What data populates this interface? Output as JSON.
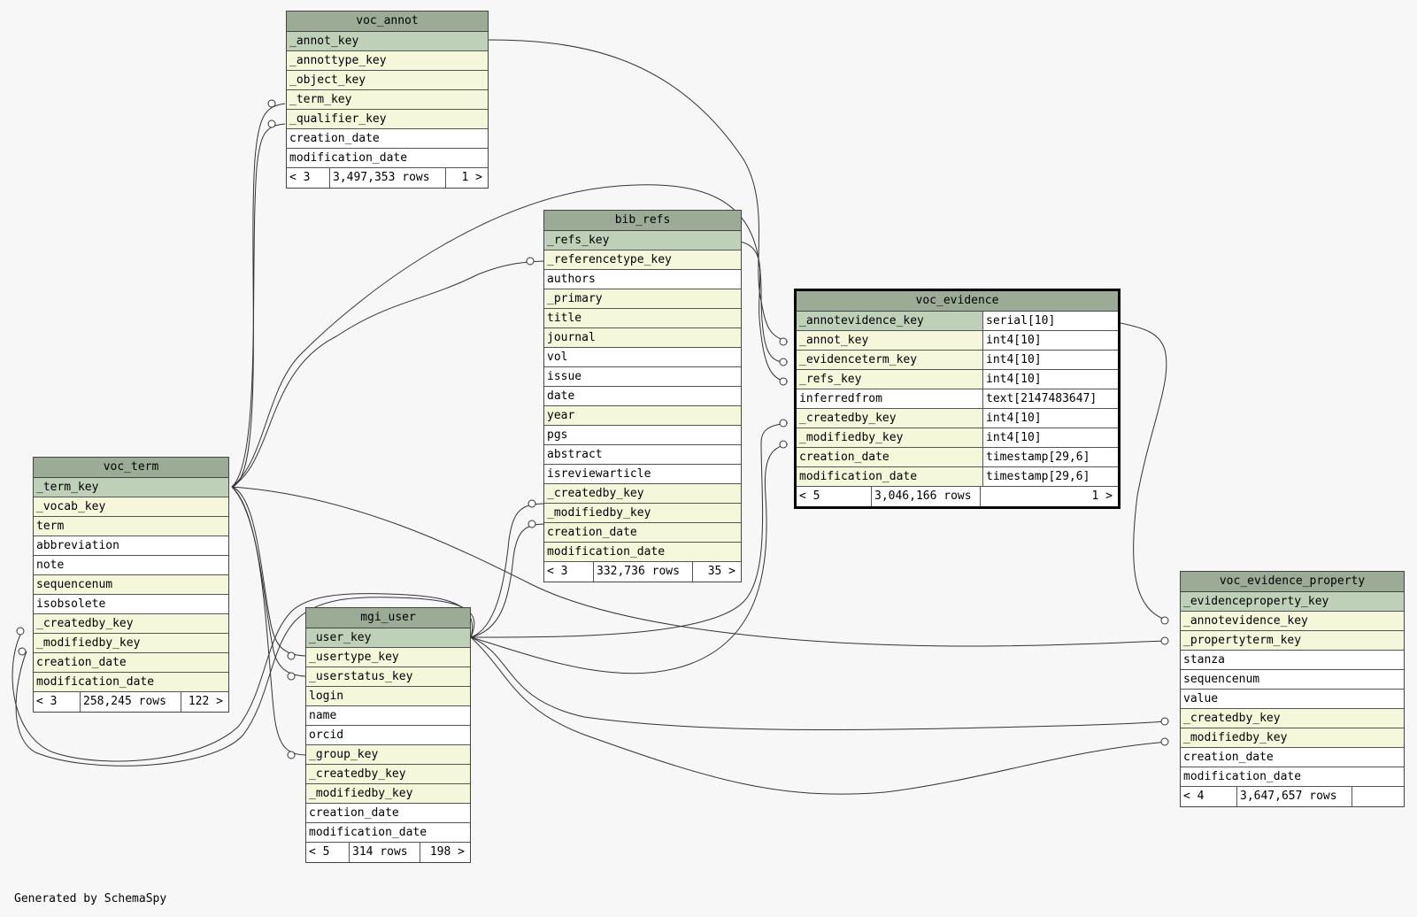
{
  "credit": "Generated by SchemaSpy",
  "tables": {
    "voc_annot": {
      "name": "voc_annot",
      "rows": [
        "_annot_key",
        "_annottype_key",
        "_object_key",
        "_term_key",
        "_qualifier_key",
        "creation_date",
        "modification_date"
      ],
      "footer": [
        "< 3",
        "3,497,353 rows",
        "1 >"
      ]
    },
    "bib_refs": {
      "name": "bib_refs",
      "rows": [
        "_refs_key",
        "_referencetype_key",
        "authors",
        "_primary",
        "title",
        "journal",
        "vol",
        "issue",
        "date",
        "year",
        "pgs",
        "abstract",
        "isreviewarticle",
        "_createdby_key",
        "_modifiedby_key",
        "creation_date",
        "modification_date"
      ],
      "footer": [
        "< 3",
        "332,736 rows",
        "35 >"
      ]
    },
    "voc_evidence": {
      "name": "voc_evidence",
      "rows": [
        "_annotevidence_key",
        "_annot_key",
        "_evidenceterm_key",
        "_refs_key",
        "inferredfrom",
        "_createdby_key",
        "_modifiedby_key",
        "creation_date",
        "modification_date"
      ],
      "types": [
        "serial[10]",
        "int4[10]",
        "int4[10]",
        "int4[10]",
        "text[2147483647]",
        "int4[10]",
        "int4[10]",
        "timestamp[29,6]",
        "timestamp[29,6]"
      ],
      "footer": [
        "< 5",
        "3,046,166 rows",
        "1 >"
      ]
    },
    "voc_term": {
      "name": "voc_term",
      "rows": [
        "_term_key",
        "_vocab_key",
        "term",
        "abbreviation",
        "note",
        "sequencenum",
        "isobsolete",
        "_createdby_key",
        "_modifiedby_key",
        "creation_date",
        "modification_date"
      ],
      "footer": [
        "< 3",
        "258,245 rows",
        "122 >"
      ]
    },
    "mgi_user": {
      "name": "mgi_user",
      "rows": [
        "_user_key",
        "_usertype_key",
        "_userstatus_key",
        "login",
        "name",
        "orcid",
        "_group_key",
        "_createdby_key",
        "_modifiedby_key",
        "creation_date",
        "modification_date"
      ],
      "footer": [
        "< 5",
        "314 rows",
        "198 >"
      ]
    },
    "voc_evidence_property": {
      "name": "voc_evidence_property",
      "rows": [
        "_evidenceproperty_key",
        "_annotevidence_key",
        "_propertyterm_key",
        "stanza",
        "sequencenum",
        "value",
        "_createdby_key",
        "_modifiedby_key",
        "creation_date",
        "modification_date"
      ],
      "footer": [
        "< 4",
        "3,647,657 rows",
        ""
      ]
    }
  },
  "colors": {
    "header": "#9bab96",
    "primary_key": "#bed1b8",
    "indexed": "#f4f7da",
    "plain": "#ffffff",
    "background": "#f7f7f7",
    "line": "#333333"
  }
}
